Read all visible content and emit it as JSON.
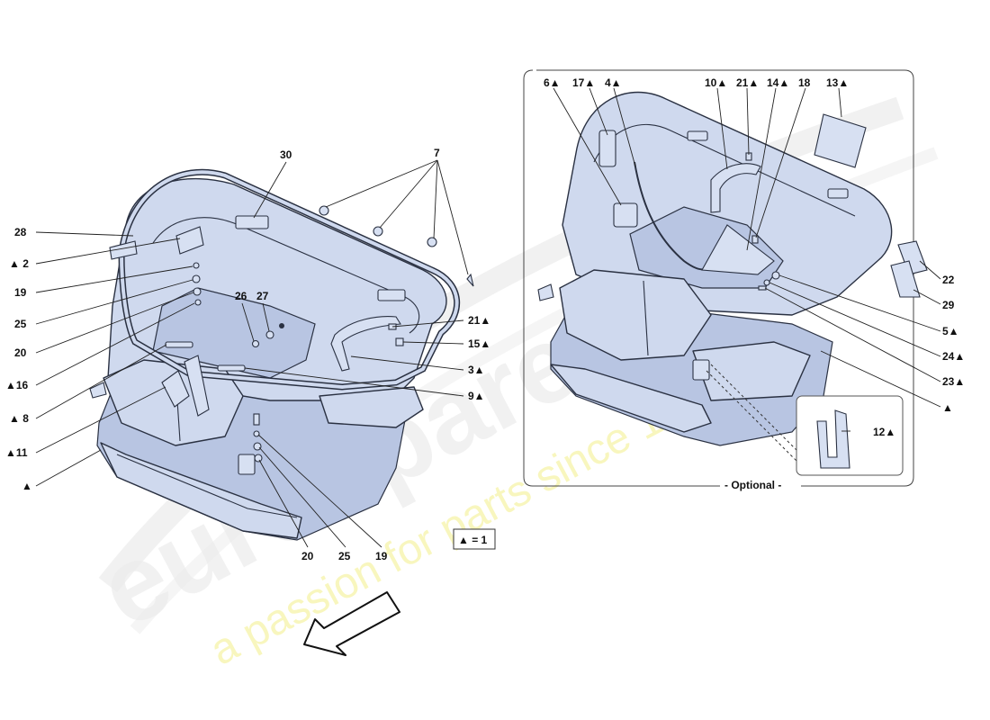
{
  "watermark": {
    "logo": "eurospares",
    "tagline": "a passion for parts since 1985"
  },
  "left_callouts": [
    {
      "id": "30",
      "text": "30"
    },
    {
      "id": "7",
      "text": "7"
    },
    {
      "id": "28",
      "text": "28"
    },
    {
      "id": "2",
      "text": "▲ 2"
    },
    {
      "id": "19a",
      "text": "19"
    },
    {
      "id": "25a",
      "text": "25"
    },
    {
      "id": "20a",
      "text": "20"
    },
    {
      "id": "16",
      "text": "▲16"
    },
    {
      "id": "8",
      "text": "▲ 8"
    },
    {
      "id": "11",
      "text": "▲11"
    },
    {
      "id": "tri",
      "text": "▲"
    },
    {
      "id": "26",
      "text": "26"
    },
    {
      "id": "27",
      "text": "27"
    },
    {
      "id": "21a",
      "text": "21▲"
    },
    {
      "id": "15",
      "text": "15▲"
    },
    {
      "id": "3",
      "text": "3▲"
    },
    {
      "id": "9",
      "text": "9▲"
    },
    {
      "id": "20b",
      "text": "20"
    },
    {
      "id": "25b",
      "text": "25"
    },
    {
      "id": "19b",
      "text": "19"
    }
  ],
  "right_callouts": [
    {
      "id": "6",
      "text": "6▲"
    },
    {
      "id": "17",
      "text": "17▲"
    },
    {
      "id": "4",
      "text": "4▲"
    },
    {
      "id": "10",
      "text": "10▲"
    },
    {
      "id": "21b",
      "text": "21▲"
    },
    {
      "id": "14",
      "text": "14▲"
    },
    {
      "id": "18",
      "text": "18"
    },
    {
      "id": "13",
      "text": "13▲"
    },
    {
      "id": "22",
      "text": "22"
    },
    {
      "id": "29",
      "text": "29"
    },
    {
      "id": "5",
      "text": "5▲"
    },
    {
      "id": "24",
      "text": "24▲"
    },
    {
      "id": "23",
      "text": "23▲"
    },
    {
      "id": "tri2",
      "text": "▲"
    },
    {
      "id": "12",
      "text": "12▲"
    }
  ],
  "optional_label": "- Optional -",
  "legend": "▲ = 1"
}
